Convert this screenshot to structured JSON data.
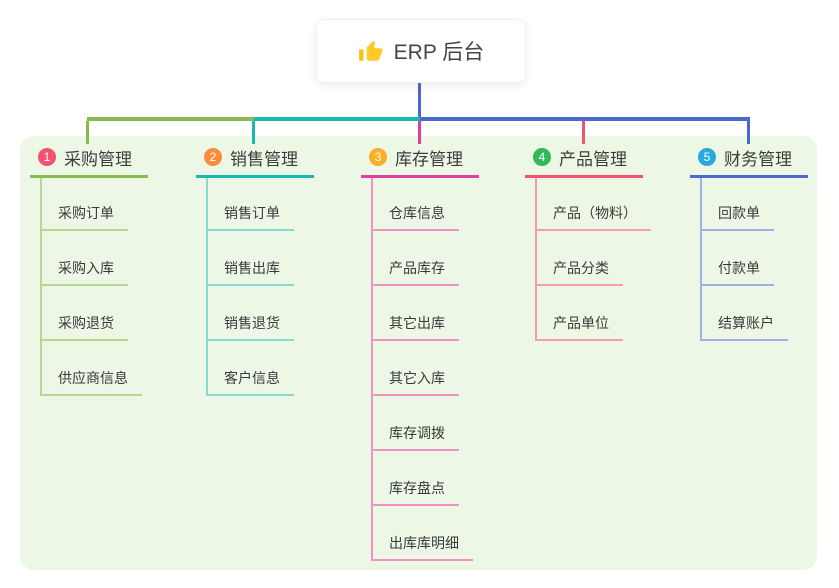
{
  "root": {
    "label": "ERP 后台",
    "icon": "thumbs-up-icon"
  },
  "theme": {
    "canvas_bg": "#ffffff",
    "panel_bg": "#ecf7e6",
    "root_connector_color": "#4a68cf",
    "trunk_segment_colors": [
      "#8ab952",
      "#16b8b0",
      "#4a68cf"
    ],
    "text_color": "#3d3d3d"
  },
  "branches": [
    {
      "index": "1",
      "label": "采购管理",
      "badge_color": "#f4526e",
      "line_color": "#8ab952",
      "sub_line_color": "#b9d790",
      "children": [
        "采购订单",
        "采购入库",
        "采购退货",
        "供应商信息"
      ]
    },
    {
      "index": "2",
      "label": "销售管理",
      "badge_color": "#fb8c3c",
      "line_color": "#16b8b0",
      "sub_line_color": "#8ad8d2",
      "children": [
        "销售订单",
        "销售出库",
        "销售退货",
        "客户信息"
      ]
    },
    {
      "index": "3",
      "label": "库存管理",
      "badge_color": "#fbae27",
      "line_color": "#e0409d",
      "sub_line_color": "#f192c5",
      "children": [
        "仓库信息",
        "产品库存",
        "其它出库",
        "其它入库",
        "库存调拨",
        "库存盘点",
        "出库库明细"
      ]
    },
    {
      "index": "4",
      "label": "产品管理",
      "badge_color": "#2fb959",
      "line_color": "#f4526e",
      "sub_line_color": "#f79da7",
      "children": [
        "产品（物料）",
        "产品分类",
        "产品单位"
      ]
    },
    {
      "index": "5",
      "label": "财务管理",
      "badge_color": "#2ba8df",
      "line_color": "#4a68cf",
      "sub_line_color": "#9db1e6",
      "children": [
        "回款单",
        "付款单",
        "结算账户"
      ]
    }
  ]
}
